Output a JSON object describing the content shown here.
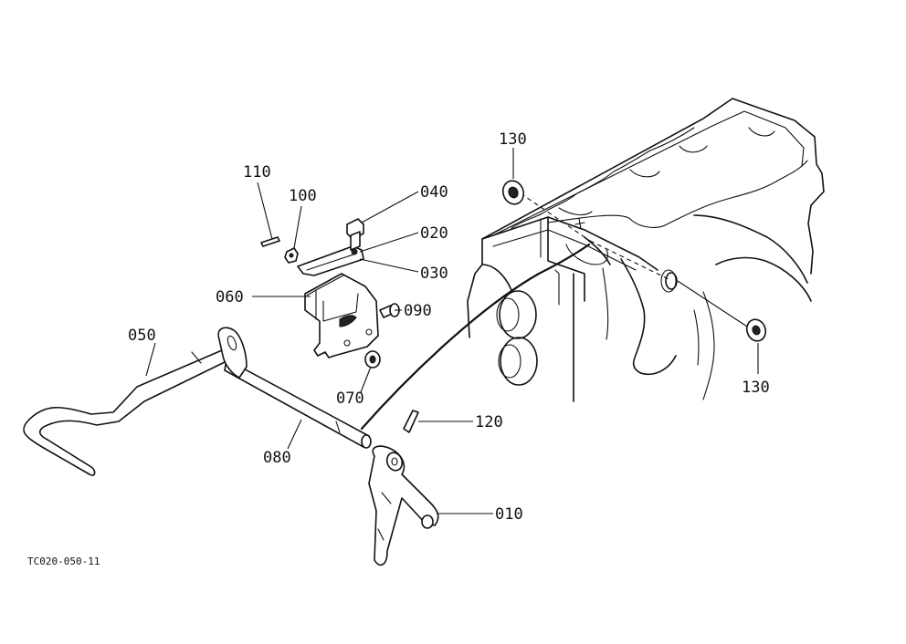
{
  "diagram": {
    "code": "TC020-050-11",
    "labels": {
      "p010": "010",
      "p020": "020",
      "p030": "030",
      "p040": "040",
      "p050": "050",
      "p060": "060",
      "p070": "070",
      "p080": "080",
      "p090": "090",
      "p100": "100",
      "p110": "110",
      "p120": "120",
      "p130a": "130",
      "p130b": "130"
    }
  }
}
